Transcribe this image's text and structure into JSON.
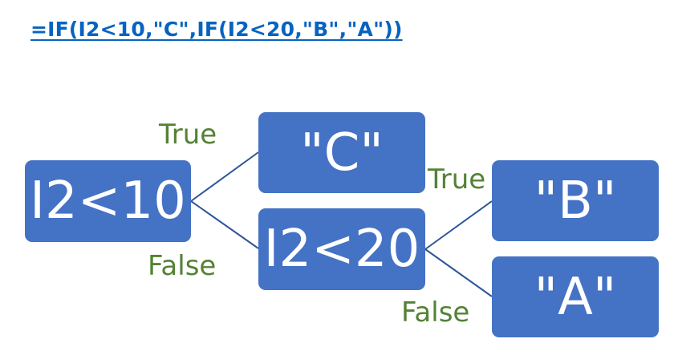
{
  "formula": "=IF(I2<10,\"C\",IF(I2<20,\"B\",\"A\"))",
  "nodes": {
    "cond1": "I2<10",
    "result_c": "\"C\"",
    "cond2": "I2<20",
    "result_b": "\"B\"",
    "result_a": "\"A\""
  },
  "branches": {
    "true1": "True",
    "false1": "False",
    "true2": "True",
    "false2": "False"
  },
  "colors": {
    "node_fill": "#4472c4",
    "branch_text": "#548235",
    "formula_text": "#0563c1",
    "connector": "#2f5597"
  }
}
